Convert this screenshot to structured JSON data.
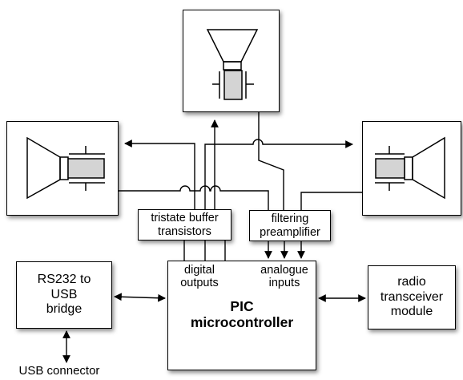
{
  "blocks": {
    "rs232": "RS232 to\nUSB\nbridge",
    "radio": "radio\ntransceiver\nmodule",
    "tristate": "tristate buffer\ntransistors",
    "filtering": "filtering\npreamplifier",
    "pic": {
      "title": "PIC\nmicrocontroller",
      "digital": "digital\noutputs",
      "analogue": "analogue\ninputs"
    }
  },
  "connector": {
    "label": "USB connector"
  },
  "colors": {
    "line": "#000000",
    "speaker_fill": "#d4d4d4",
    "background": "#ffffff"
  }
}
